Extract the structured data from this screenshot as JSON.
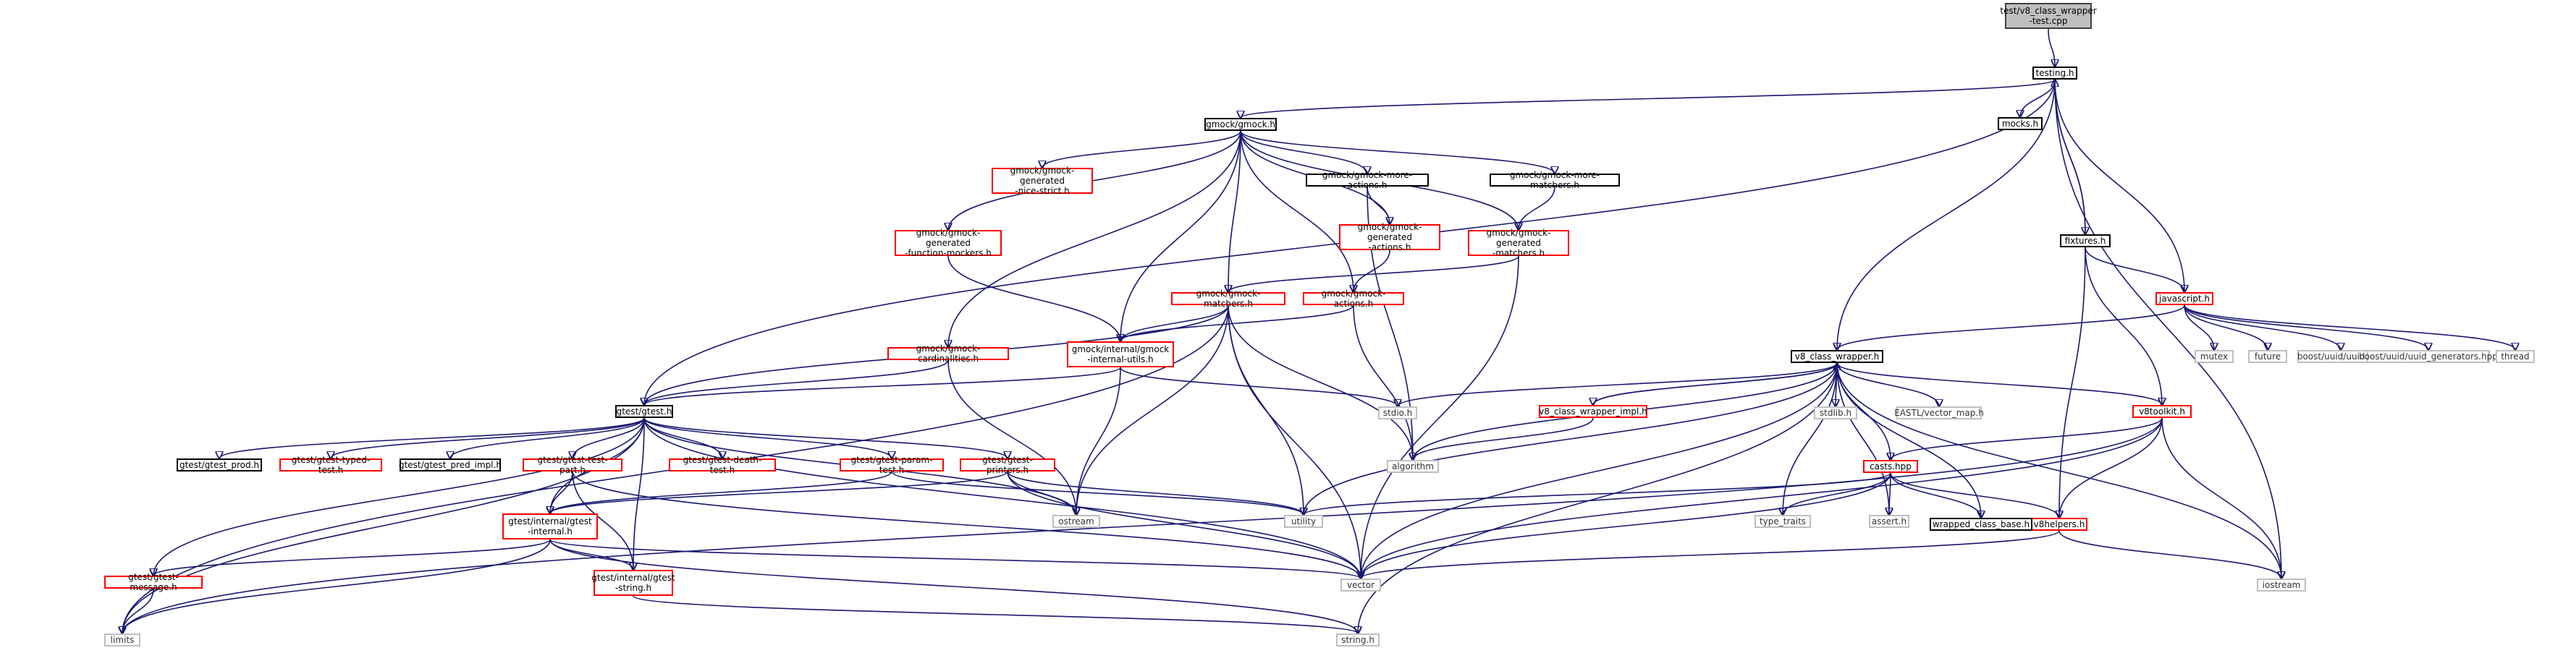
{
  "graph": {
    "edge_color": "#191970",
    "colors": {
      "black_border": "#000000",
      "red_border": "#ff0000",
      "gray_border": "#bfbfbf",
      "root_fill": "#bfbfbf"
    },
    "nodes": {
      "root": "test/v8_class_wrapper\n-test.cpp",
      "testing": "testing.h",
      "mocks": "mocks.h",
      "fixtures": "fixtures.h",
      "javascript": "javascript.h",
      "gmock": "gmock/gmock.h",
      "gg_nice_strict": "gmock/gmock-generated\n-nice-strict.h",
      "gmock_more_actions": "gmock/gmock-more-actions.h",
      "gmock_more_matchers": "gmock/gmock-more-matchers.h",
      "gg_actions": "gmock/gmock-generated\n-actions.h",
      "gg_function_mockers": "gmock/gmock-generated\n-function-mockers.h",
      "gg_matchers": "gmock/gmock-generated\n-matchers.h",
      "gmock_matchers": "gmock/gmock-matchers.h",
      "gmock_actions": "gmock/gmock-actions.h",
      "gmock_cardinalities": "gmock/gmock-cardinalities.h",
      "gmock_internal_utils": "gmock/internal/gmock\n-internal-utils.h",
      "gtest": "gtest/gtest.h",
      "gtest_prod": "gtest/gtest_prod.h",
      "gtest_typed_test": "gtest/gtest-typed-test.h",
      "gtest_pred_impl": "gtest/gtest_pred_impl.h",
      "gtest_death_test": "gtest/gtest-death-test.h",
      "gtest_test_part": "gtest/gtest-test-part.h",
      "gtest_param_test": "gtest/gtest-param-test.h",
      "gtest_printers": "gtest/gtest-printers.h",
      "gtest_internal": "gtest/internal/gtest\n-internal.h",
      "gtest_message": "gtest/gtest-message.h",
      "gtest_string": "gtest/internal/gtest\n-string.h",
      "v8_class_wrapper": "v8_class_wrapper.h",
      "v8_class_wrapper_impl": "v8_class_wrapper_impl.h",
      "v8toolkit": "v8toolkit.h",
      "casts": "casts.hpp",
      "v8helpers": "v8helpers.h",
      "wrapped_class_base": "wrapped_class_base.h",
      "stdio": "stdio.h",
      "algorithm": "algorithm",
      "stdlib": "stdlib.h",
      "eastl_vector_map": "EASTL/vector_map.h",
      "mutex": "mutex",
      "future": "future",
      "boost_uuid": "boost/uuid/uuid.hpp",
      "boost_uuid_gen": "boost/uuid/uuid_generators.hpp",
      "thread": "thread",
      "ostream": "ostream",
      "utility": "utility",
      "type_traits": "type_traits",
      "assert": "assert.h",
      "vector": "vector",
      "iostream": "iostream",
      "limits": "limits",
      "string": "string.h"
    },
    "edges": [
      [
        "root",
        "testing"
      ],
      [
        "testing",
        "fixtures"
      ],
      [
        "fixtures",
        "testing"
      ],
      [
        "testing",
        "gmock"
      ],
      [
        "testing",
        "mocks"
      ],
      [
        "testing",
        "javascript"
      ],
      [
        "testing",
        "v8_class_wrapper"
      ],
      [
        "testing",
        "gtest"
      ],
      [
        "testing",
        "iostream"
      ],
      [
        "fixtures",
        "javascript"
      ],
      [
        "fixtures",
        "v8toolkit"
      ],
      [
        "fixtures",
        "v8helpers"
      ],
      [
        "javascript",
        "v8_class_wrapper"
      ],
      [
        "javascript",
        "mutex"
      ],
      [
        "javascript",
        "future"
      ],
      [
        "javascript",
        "boost_uuid"
      ],
      [
        "javascript",
        "boost_uuid_gen"
      ],
      [
        "javascript",
        "thread"
      ],
      [
        "gmock",
        "gg_nice_strict"
      ],
      [
        "gmock",
        "gmock_more_actions"
      ],
      [
        "gmock",
        "gmock_more_matchers"
      ],
      [
        "gmock",
        "gg_actions"
      ],
      [
        "gmock",
        "gg_function_mockers"
      ],
      [
        "gmock",
        "gg_matchers"
      ],
      [
        "gmock",
        "gmock_matchers"
      ],
      [
        "gmock",
        "gmock_actions"
      ],
      [
        "gmock",
        "gmock_cardinalities"
      ],
      [
        "gmock",
        "gmock_internal_utils"
      ],
      [
        "gmock_more_actions",
        "gg_actions"
      ],
      [
        "gmock_more_actions",
        "algorithm"
      ],
      [
        "gmock_more_matchers",
        "gg_matchers"
      ],
      [
        "gg_actions",
        "gmock_actions"
      ],
      [
        "gg_function_mockers",
        "gmock_internal_utils"
      ],
      [
        "gg_matchers",
        "gmock_matchers"
      ],
      [
        "gg_matchers",
        "vector"
      ],
      [
        "gmock_matchers",
        "gmock_internal_utils"
      ],
      [
        "gmock_matchers",
        "gtest"
      ],
      [
        "gmock_matchers",
        "ostream"
      ],
      [
        "gmock_matchers",
        "utility"
      ],
      [
        "gmock_matchers",
        "vector"
      ],
      [
        "gmock_matchers",
        "algorithm"
      ],
      [
        "gmock_matchers",
        "limits"
      ],
      [
        "gmock_actions",
        "gmock_internal_utils"
      ],
      [
        "gmock_actions",
        "algorithm"
      ],
      [
        "gmock_cardinalities",
        "gtest"
      ],
      [
        "gmock_cardinalities",
        "ostream"
      ],
      [
        "gmock_internal_utils",
        "gtest"
      ],
      [
        "gmock_internal_utils",
        "stdio"
      ],
      [
        "gmock_internal_utils",
        "ostream"
      ],
      [
        "gtest",
        "gtest_prod"
      ],
      [
        "gtest",
        "gtest_typed_test"
      ],
      [
        "gtest",
        "gtest_pred_impl"
      ],
      [
        "gtest",
        "gtest_death_test"
      ],
      [
        "gtest",
        "gtest_test_part"
      ],
      [
        "gtest",
        "gtest_param_test"
      ],
      [
        "gtest",
        "gtest_printers"
      ],
      [
        "gtest",
        "gtest_internal"
      ],
      [
        "gtest",
        "gtest_message"
      ],
      [
        "gtest",
        "gtest_string"
      ],
      [
        "gtest",
        "ostream"
      ],
      [
        "gtest",
        "vector"
      ],
      [
        "gtest",
        "limits"
      ],
      [
        "gtest_test_part",
        "gtest_internal"
      ],
      [
        "gtest_test_part",
        "gtest_string"
      ],
      [
        "gtest_test_part",
        "vector"
      ],
      [
        "gtest_param_test",
        "gtest_internal"
      ],
      [
        "gtest_param_test",
        "utility"
      ],
      [
        "gtest_printers",
        "gtest_internal"
      ],
      [
        "gtest_printers",
        "ostream"
      ],
      [
        "gtest_printers",
        "vector"
      ],
      [
        "gtest_printers",
        "utility"
      ],
      [
        "gtest_internal",
        "gtest_message"
      ],
      [
        "gtest_internal",
        "gtest_string"
      ],
      [
        "gtest_internal",
        "vector"
      ],
      [
        "gtest_internal",
        "string"
      ],
      [
        "gtest_internal",
        "limits"
      ],
      [
        "gtest_message",
        "limits"
      ],
      [
        "gtest_string",
        "string"
      ],
      [
        "v8_class_wrapper",
        "v8_class_wrapper_impl"
      ],
      [
        "v8_class_wrapper_impl",
        "v8_class_wrapper"
      ],
      [
        "v8_class_wrapper_impl",
        "algorithm"
      ],
      [
        "v8_class_wrapper",
        "stdio"
      ],
      [
        "v8_class_wrapper",
        "algorithm"
      ],
      [
        "v8_class_wrapper",
        "stdlib"
      ],
      [
        "v8_class_wrapper",
        "eastl_vector_map"
      ],
      [
        "v8_class_wrapper",
        "v8toolkit"
      ],
      [
        "v8_class_wrapper",
        "casts"
      ],
      [
        "v8_class_wrapper",
        "type_traits"
      ],
      [
        "v8_class_wrapper",
        "assert"
      ],
      [
        "v8_class_wrapper",
        "wrapped_class_base"
      ],
      [
        "v8_class_wrapper",
        "vector"
      ],
      [
        "v8_class_wrapper",
        "iostream"
      ],
      [
        "v8_class_wrapper",
        "utility"
      ],
      [
        "v8_class_wrapper",
        "string"
      ],
      [
        "v8toolkit",
        "casts"
      ],
      [
        "v8toolkit",
        "v8helpers"
      ],
      [
        "v8toolkit",
        "vector"
      ],
      [
        "v8toolkit",
        "iostream"
      ],
      [
        "v8toolkit",
        "limits"
      ],
      [
        "casts",
        "v8helpers"
      ],
      [
        "casts",
        "utility"
      ],
      [
        "casts",
        "type_traits"
      ],
      [
        "casts",
        "assert"
      ],
      [
        "casts",
        "vector"
      ],
      [
        "casts",
        "wrapped_class_base"
      ],
      [
        "v8helpers",
        "vector"
      ],
      [
        "v8helpers",
        "iostream"
      ]
    ]
  }
}
